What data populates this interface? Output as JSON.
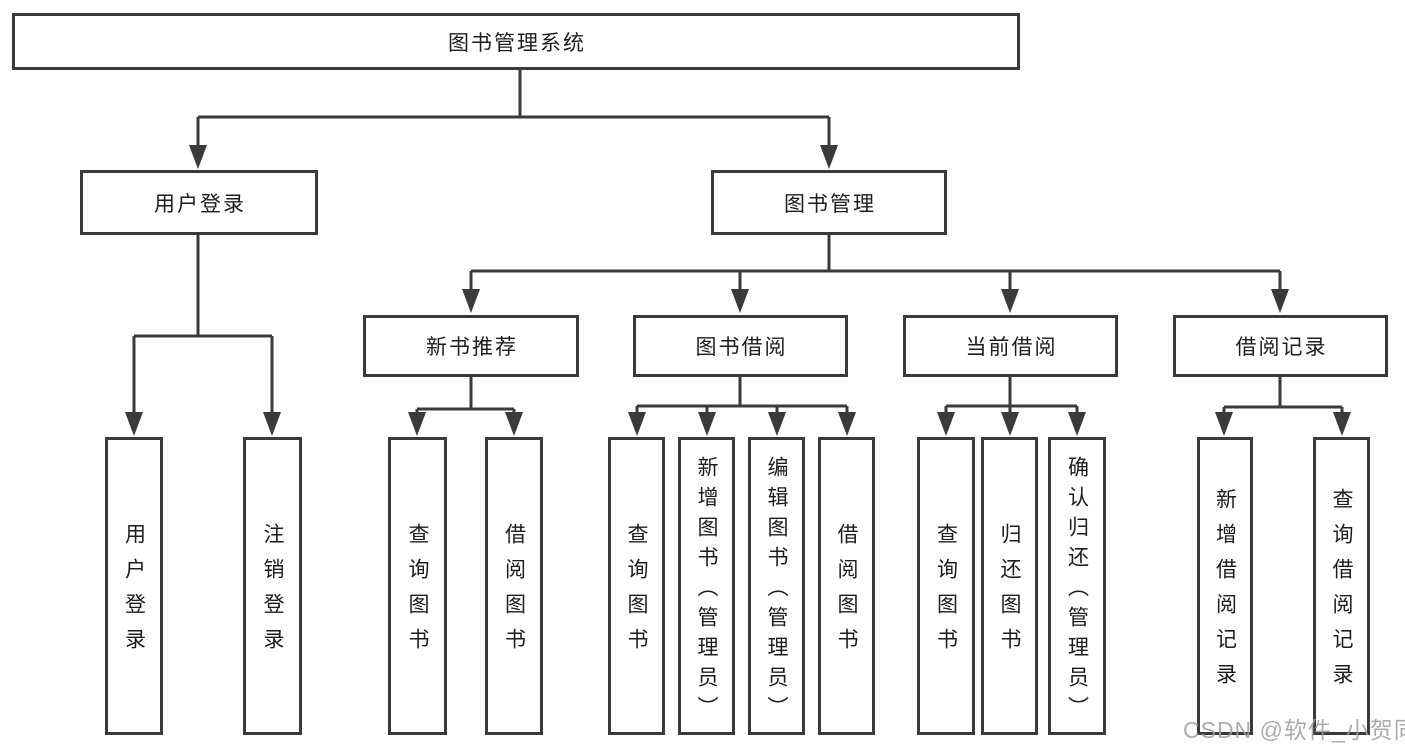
{
  "colors": {
    "line": "#3a3a3a",
    "text": "#1d1d1d",
    "watermark": "#9e9e9e"
  },
  "tree": {
    "root": {
      "label": "图书管理系统",
      "children": [
        {
          "label": "用户登录",
          "children": [
            {
              "label": "用户登录"
            },
            {
              "label": "注销登录"
            }
          ]
        },
        {
          "label": "图书管理",
          "children": [
            {
              "label": "新书推荐",
              "children": [
                {
                  "label": "查询图书"
                },
                {
                  "label": "借阅图书"
                }
              ]
            },
            {
              "label": "图书借阅",
              "children": [
                {
                  "label": "查询图书"
                },
                {
                  "label": "新增图书（管理员）"
                },
                {
                  "label": "编辑图书（管理员）"
                },
                {
                  "label": "借阅图书"
                }
              ]
            },
            {
              "label": "当前借阅",
              "children": [
                {
                  "label": "查询图书"
                },
                {
                  "label": "归还图书"
                },
                {
                  "label": "确认归还（管理员）"
                }
              ]
            },
            {
              "label": "借阅记录",
              "children": [
                {
                  "label": "新增借阅记录"
                },
                {
                  "label": "查询借阅记录"
                }
              ]
            }
          ]
        }
      ]
    }
  },
  "watermark": "CSDN @软件_小贺同学"
}
